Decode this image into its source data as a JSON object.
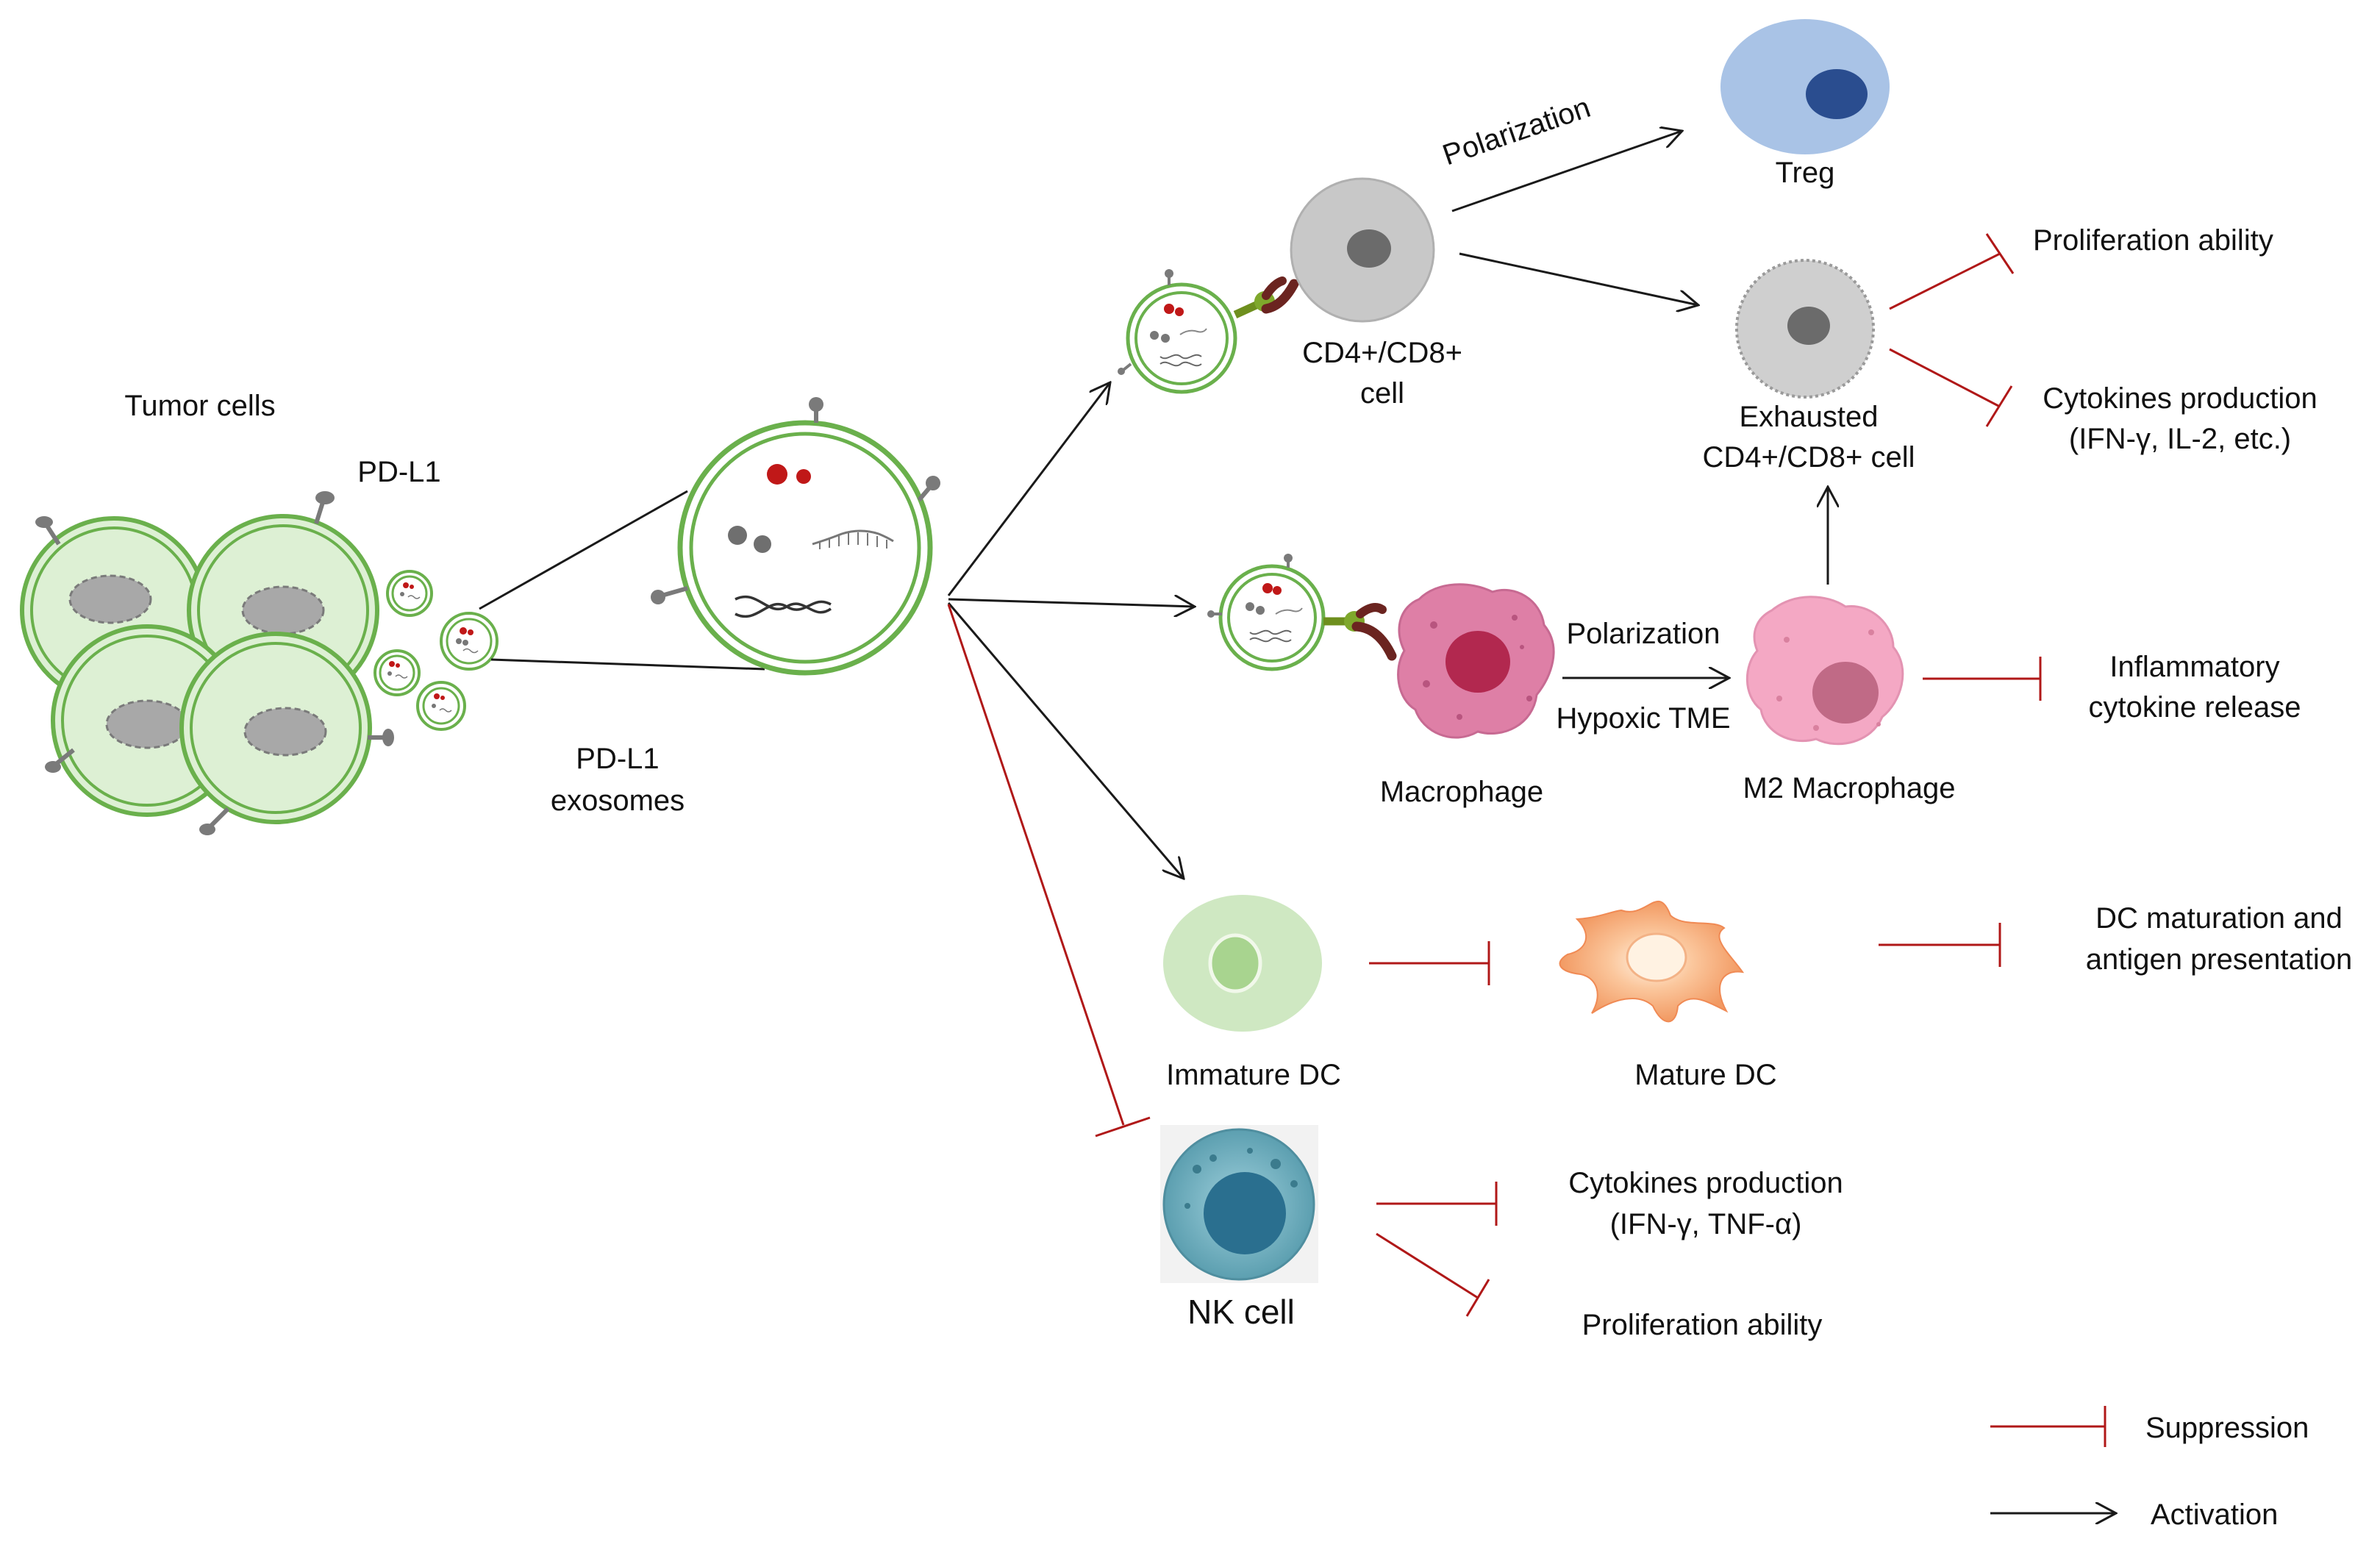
{
  "colors": {
    "suppression": "#b01818",
    "activation": "#1a1a1a",
    "tumor_membrane": "#6ab04c",
    "tumor_fill": "#ddf0d4",
    "treg": "#a9c3e6",
    "treg_nucleus": "#2a4d8f",
    "tcell": "#c8c8c8",
    "macrophage": "#de7fa6",
    "m2_macrophage": "#f4a8c4",
    "immature_dc": "#cfe8c2",
    "nk_cell": "#6aaebc"
  },
  "labels": {
    "tumor_cells": "Tumor cells",
    "pdl1": "PD-L1",
    "pdl1_exosomes_line1": "PD-L1",
    "pdl1_exosomes_line2": "exosomes",
    "treg": "Treg",
    "polarization_treg": "Polarization",
    "cd4cd8_line1": "CD4+/CD8+",
    "cd4cd8_line2": "cell",
    "exhausted_line1": "Exhausted",
    "exhausted_line2": "CD4+/CD8+ cell",
    "proliferation_ability_t": "Proliferation ability",
    "cytokines_t_line1": "Cytokines production",
    "cytokines_t_line2": "(IFN-γ, IL-2, etc.)",
    "polarization_mac": "Polarization",
    "hypoxic_tme": "Hypoxic TME",
    "macrophage": "Macrophage",
    "m2_macrophage": "M2 Macrophage",
    "inflammatory_line1": "Inflammatory",
    "inflammatory_line2": "cytokine release",
    "immature_dc": "Immature DC",
    "mature_dc": "Mature DC",
    "dc_maturation_line1": "DC maturation and",
    "dc_maturation_line2": "antigen presentation",
    "nk_cell": "NK cell",
    "cytokines_nk_line1": "Cytokines production",
    "cytokines_nk_line2": "(IFN-γ, TNF-α)",
    "proliferation_ability_nk": "Proliferation ability"
  },
  "legend": {
    "suppression": "Suppression",
    "activation": "Activation"
  }
}
